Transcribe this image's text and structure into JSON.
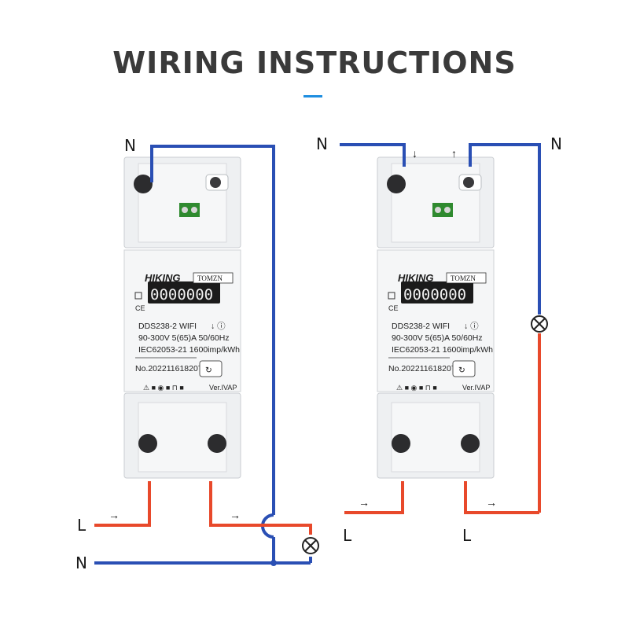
{
  "title": "WIRING INSTRUCTIONS",
  "colors": {
    "live": "#e8492b",
    "neutral": "#2a4fb4",
    "accent": "#1e8ee0"
  },
  "meters": [
    {
      "brand": "HIKING",
      "brand2": "TOMZN",
      "lcd": "0000000",
      "model": "DDS238-2 WIFI",
      "spec1": "90-300V 5(65)A  50/60Hz",
      "spec2": "IEC62053-21  1600imp/kWh",
      "serial": "No.202211618207",
      "version": "Ver.IVAP"
    },
    {
      "brand": "HIKING",
      "brand2": "TOMZN",
      "lcd": "0000000",
      "model": "DDS238-2 WIFI",
      "spec1": "90-300V 5(65)A  50/60Hz",
      "spec2": "IEC62053-21  1600imp/kWh",
      "serial": "No.202211618207",
      "version": "Ver.IVAP"
    }
  ],
  "wire_labels": {
    "left_top": "N",
    "left_live": "L",
    "left_bottom": "N",
    "right_top_left": "N",
    "right_top_right": "N",
    "right_bottom_left": "L",
    "right_bottom_right": "L"
  }
}
